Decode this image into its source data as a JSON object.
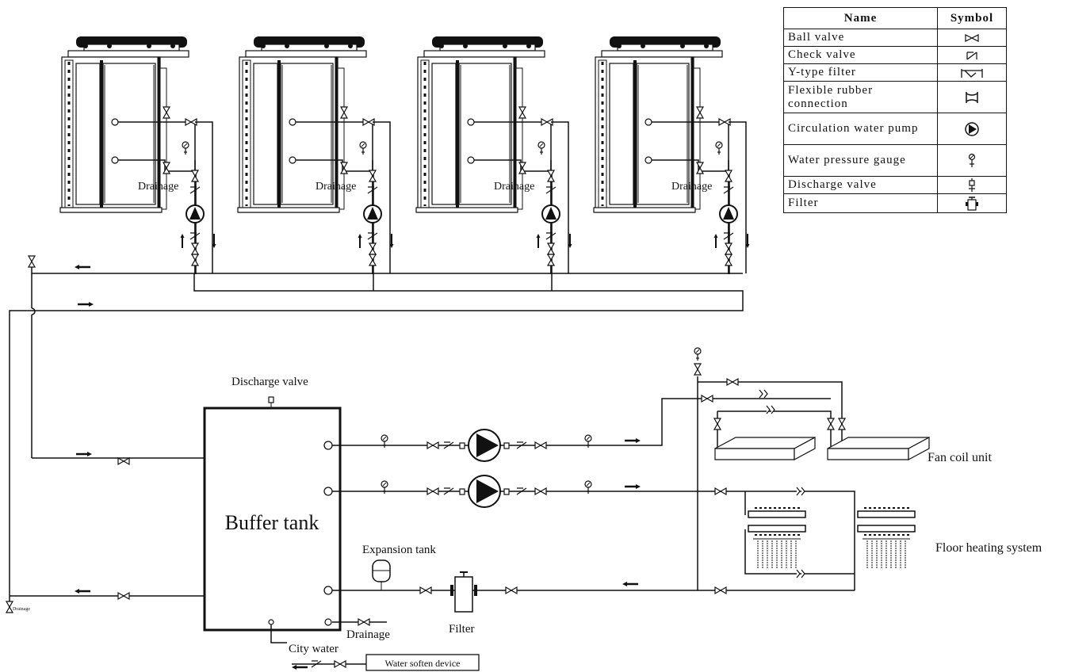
{
  "legend": {
    "header_name": "Name",
    "header_symbol": "Symbol",
    "rows": [
      {
        "name": "Ball valve",
        "icon": "ball-valve-icon"
      },
      {
        "name": "Check valve",
        "icon": "check-valve-icon"
      },
      {
        "name": "Y-type filter",
        "icon": "y-type-filter-icon"
      },
      {
        "name": "Flexible rubber connection",
        "icon": "flexible-rubber-connection-icon"
      },
      {
        "name": "Circulation water pump",
        "icon": "circulation-water-pump-icon"
      },
      {
        "name": "Water pressure gauge",
        "icon": "water-pressure-gauge-icon"
      },
      {
        "name": "Discharge valve",
        "icon": "discharge-valve-icon"
      },
      {
        "name": "Filter",
        "icon": "filter-icon"
      }
    ]
  },
  "labels": {
    "drainage": "Drainage",
    "discharge_valve": "Discharge valve",
    "buffer_tank": "Buffer tank",
    "expansion_tank": "Expansion tank",
    "filter": "Filter",
    "city_water": "City water",
    "water_soften_device": "Water soften device",
    "fan_coil_unit": "Fan coil unit",
    "floor_heating_system": "Floor heating system"
  },
  "units": [
    {
      "label": "Drainage"
    },
    {
      "label": "Drainage"
    },
    {
      "label": "Drainage"
    },
    {
      "label": "Drainage"
    }
  ]
}
